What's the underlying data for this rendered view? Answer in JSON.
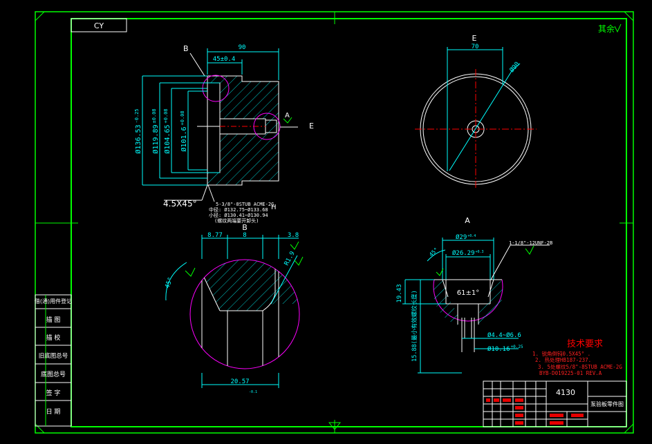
{
  "colors": {
    "background": "#000000",
    "frame": "#00ff00",
    "part": "#ffffff",
    "dimension": "#00ffff",
    "hatch": "#00ffff",
    "detail_circle": "#ff00ff",
    "notes_title": "#ff0000",
    "notes_text": "#ff2020",
    "thread_note": "#ffffff",
    "phase_marker": "#00ff00"
  },
  "title_block": {
    "code_box": "CY",
    "top_right_mark": "其余",
    "part_number": "4130",
    "drawing_name": "泵验板零件图"
  },
  "left_strip": {
    "labels": [
      "借(通)用件登记",
      "描 图",
      "描 校",
      "旧底图总号",
      "底图总号",
      "签 字",
      "日 期"
    ]
  },
  "front_view": {
    "label_B": "B",
    "label_A": "A",
    "label_E": "E",
    "label_H": "H",
    "dim_top_overall": "90",
    "dim_top_step": "45±0.4",
    "dia_1": "Ø136.53",
    "dia_1_tol": "-0.25",
    "dia_2": "Ø119.89",
    "dia_2_tol": "±0.08",
    "dia_3": "Ø104.65",
    "dia_3_tol": "+0.08",
    "dia_4": "Ø101.6",
    "dia_4_tol": "+0.08",
    "chamfer": "4.5X45°",
    "thread_note_1": "5-3/8\"-8STUB ACME-2G",
    "thread_note_2": "中径: Ø132.75~Ø133.68",
    "thread_note_3": "小径: Ø130.41~Ø130.94",
    "thread_note_4": "(螺纹两端要开卸头)"
  },
  "end_view": {
    "title": "E",
    "dim_width": "70",
    "dim_diameter": "Ø90"
  },
  "detail_B": {
    "title": "B",
    "dim_a": "8.77",
    "dim_b": "8",
    "dim_c": "3.8",
    "radius": "R1.9",
    "angle": "45°",
    "dim_bottom": "20.57",
    "dim_bottom_tol": "-0.1"
  },
  "detail_A": {
    "title": "A",
    "dia_top": "Ø29",
    "dia_top_tol": "+0.4",
    "dia_mid": "Ø26.29",
    "dia_mid_tol": "+0.3",
    "thread_callout": "1-1/8\"-12UNF-2B",
    "angle_box": "61±1°",
    "angle_left": "45°",
    "dim_depth": "19.43",
    "dim_full_thread": "15.88(最小有效螺纹长度)",
    "dia_hole_small": "Ø4.4~Ø6.6",
    "dia_hole_large": "Ø10.16",
    "dia_hole_large_tol": "+0.25"
  },
  "tech_notes": {
    "title": "技术要求",
    "line_1": "1. 锐角倒钝0.5X45° .",
    "line_2": "2. 热处理HB187-237.",
    "line_3": "3. 5处螺纹5/8\"-8STUB ACME-2G",
    "line_4": "BYB-D019225-01 REV.A"
  }
}
